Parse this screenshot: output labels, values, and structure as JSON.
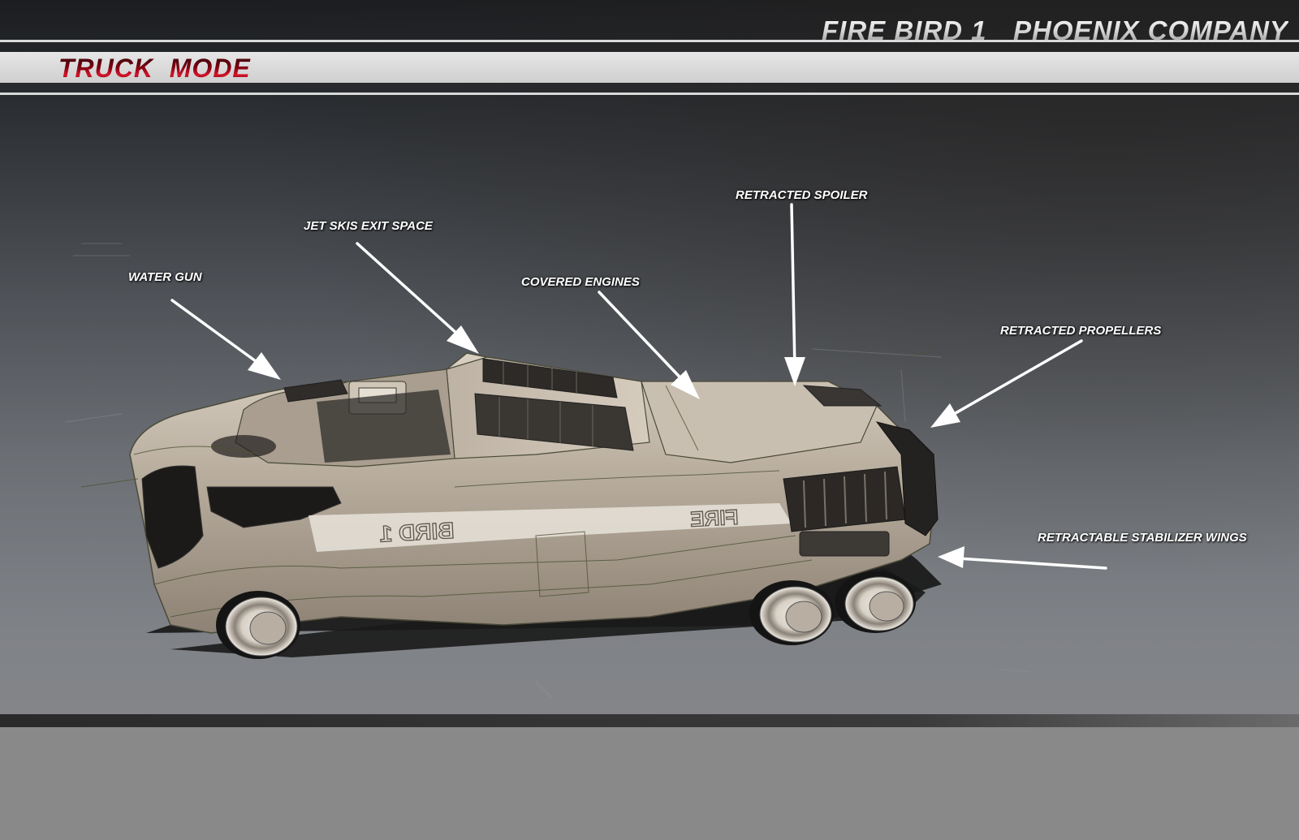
{
  "header": {
    "model_name": "FIRE BIRD 1",
    "company_name": "PHOENIX COMPANY",
    "mode_title": "TRUCK  MODE"
  },
  "callouts": {
    "water_gun": "WATER GUN",
    "jet_skis_exit_space": "JET SKIS EXIT SPACE",
    "covered_engines": "COVERED ENGINES",
    "retracted_spoiler": "RETRACTED SPOILER",
    "retracted_propellers": "RETRACTED PROPELLERS",
    "retractable_stabilizer_wings": "RETRACTABLE STABILIZER WINGS"
  },
  "colors": {
    "title_red": "#b5001b",
    "body_tan": "#b3a898",
    "callout_white": "#ffffff"
  }
}
